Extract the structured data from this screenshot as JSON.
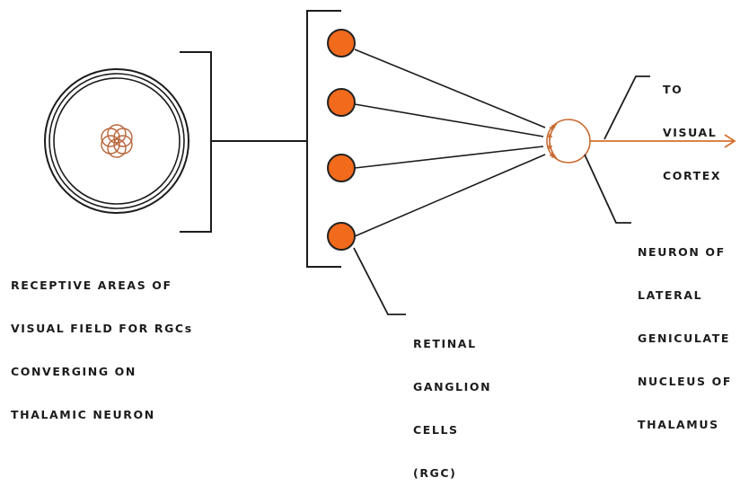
{
  "colors": {
    "ink": "#1c1c1c",
    "cell_fill": "#f26a1b",
    "cell_stroke": "#222222",
    "thalamic_neuron": "#c76a30",
    "receptive_core": "#b8653a",
    "output_axon": "#d4702f",
    "background": "#ffffff"
  },
  "labels": {
    "receptive_areas": [
      "RECEPTIVE AREAS OF",
      "VISUAL FIELD FOR RGCs",
      "CONVERGING ON",
      "THALAMIC NEURON"
    ],
    "retinal_ganglion_cells": [
      "RETINAL",
      "GANGLION",
      "CELLS",
      "(RGC)"
    ],
    "to_visual_cortex": [
      "TO",
      "VISUAL",
      "CORTEX"
    ],
    "lgn_neuron": [
      "NEURON OF",
      "LATERAL",
      "GENICULATE",
      "NUCLEUS OF",
      "THALAMUS"
    ]
  },
  "components": {
    "receptive_field": {
      "ring_count": 3,
      "core_shape": "overlapping circles"
    },
    "ganglion_cells": {
      "count": 4
    },
    "thalamic_neuron": {
      "synapse_count": 4
    },
    "output_arrow": {
      "direction": "right"
    }
  }
}
